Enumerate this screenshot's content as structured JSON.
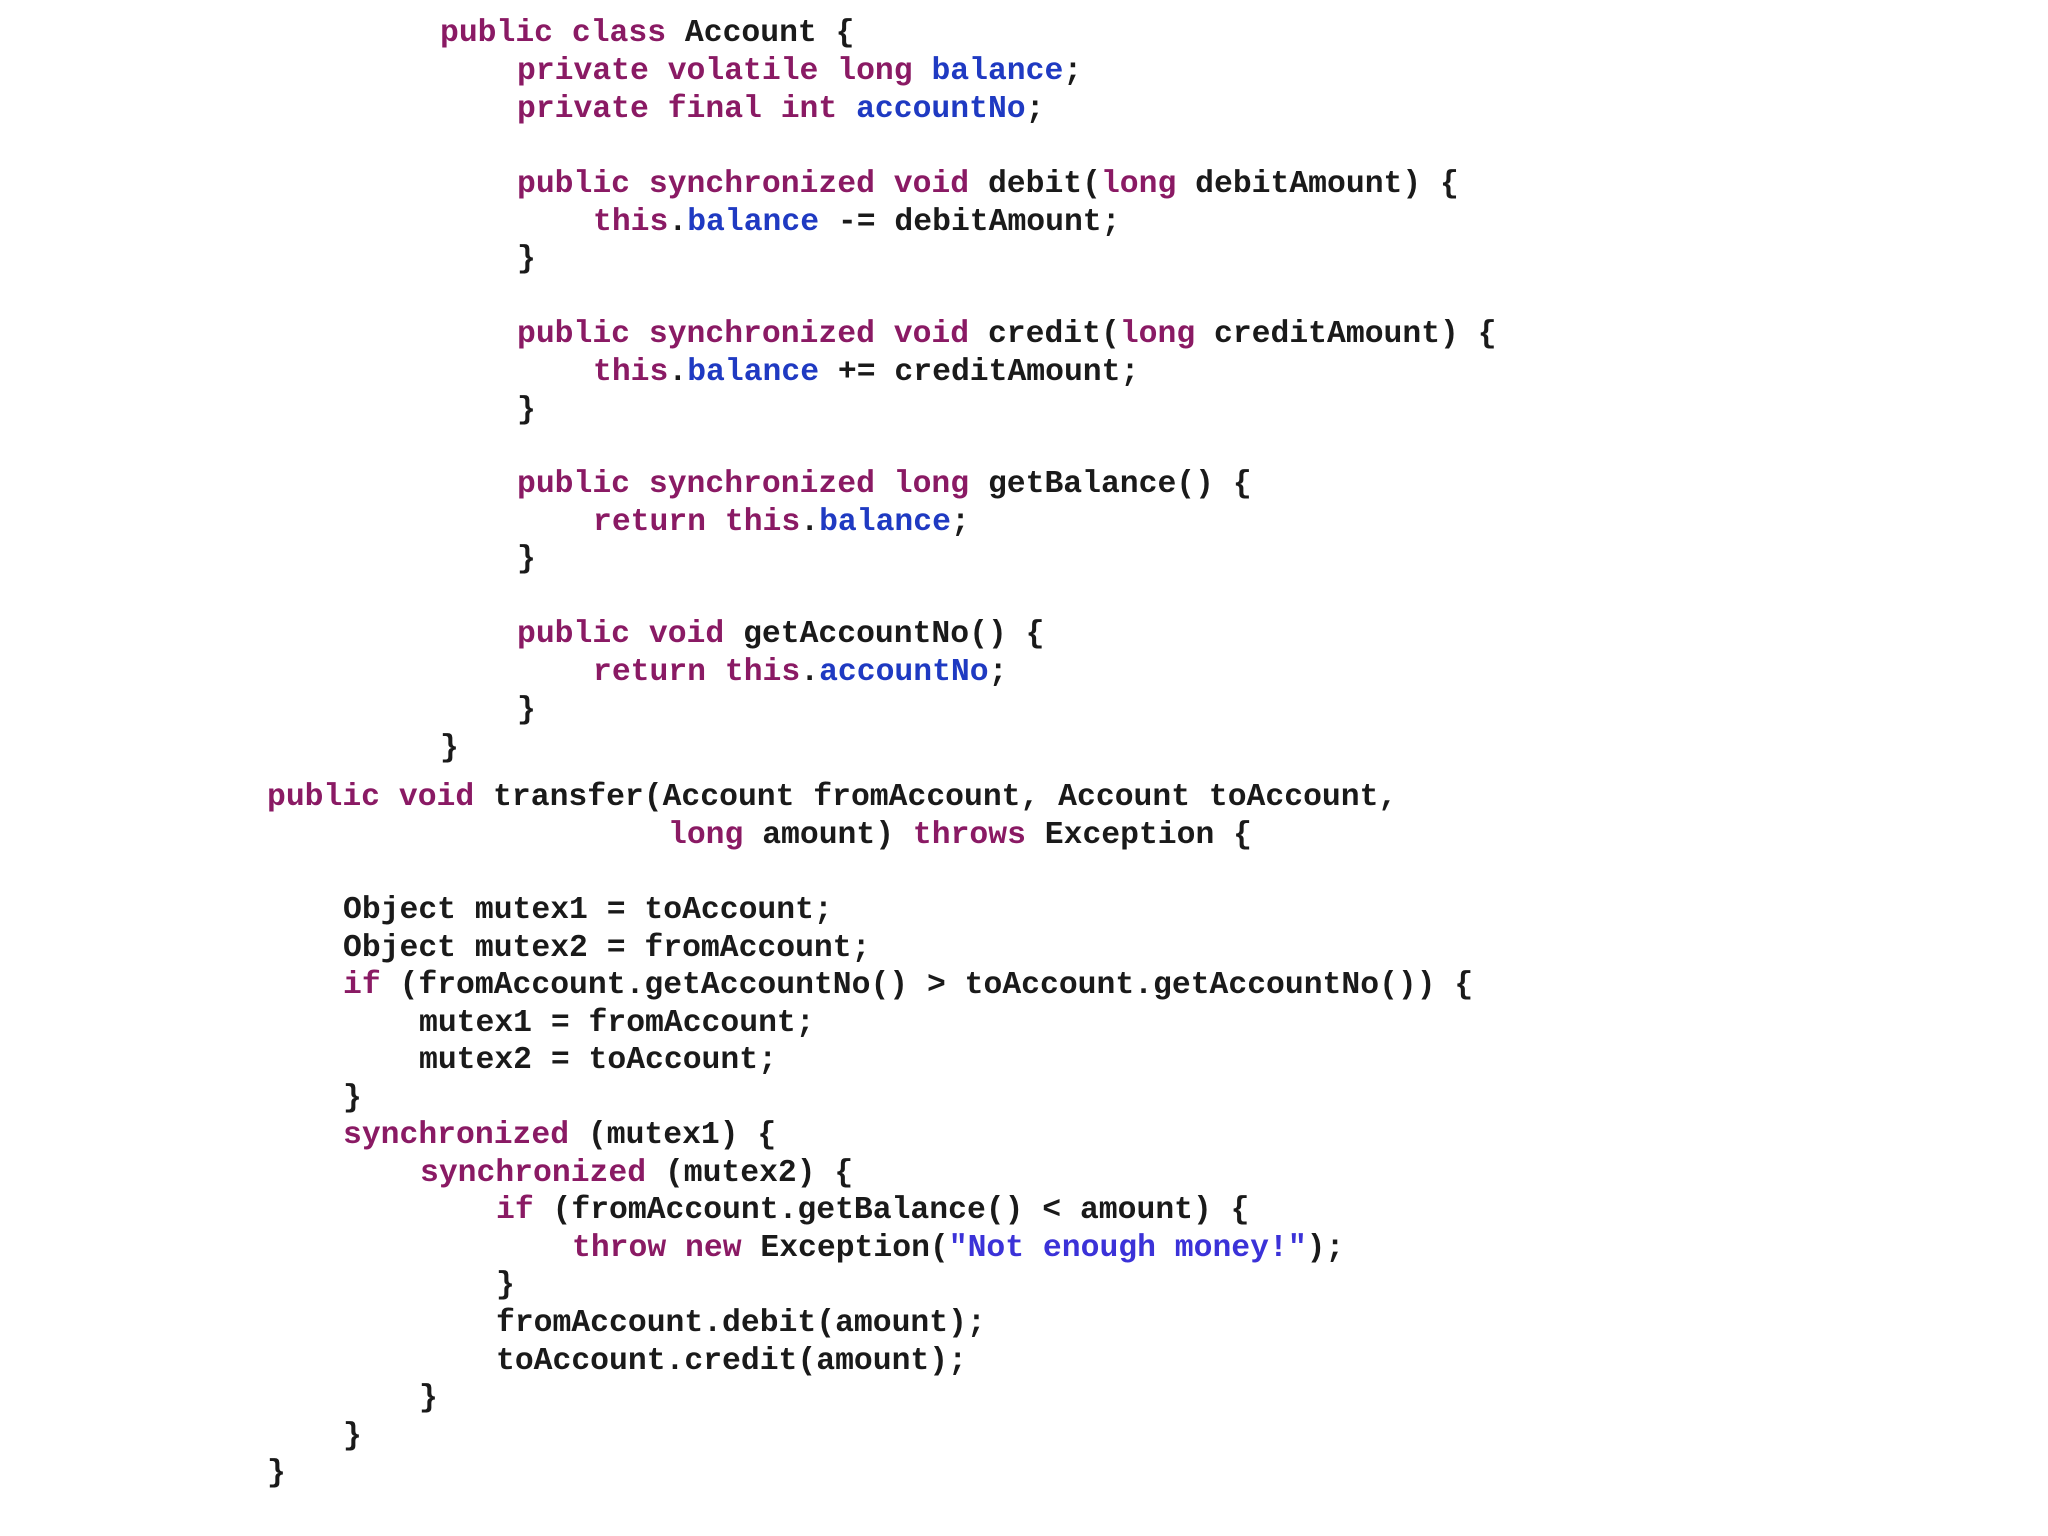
{
  "colors": {
    "background": "#ffffff",
    "plain": "#1a1a1a",
    "keyword": "#8a1a64",
    "field": "#1f3ac2",
    "string": "#3b32d8"
  },
  "code": {
    "language": "Java",
    "lines": [
      [
        {
          "t": "kw",
          "v": "public class "
        },
        {
          "t": "plain",
          "v": "Account {"
        }
      ],
      [
        {
          "t": "kw",
          "v": "private volatile long "
        },
        {
          "t": "fld",
          "v": "balance"
        },
        {
          "t": "plain",
          "v": ";"
        }
      ],
      [
        {
          "t": "kw",
          "v": "private final int "
        },
        {
          "t": "fld",
          "v": "accountNo"
        },
        {
          "t": "plain",
          "v": ";"
        }
      ],
      [
        {
          "t": "kw",
          "v": "public synchronized void "
        },
        {
          "t": "plain",
          "v": "debit("
        },
        {
          "t": "kw",
          "v": "long "
        },
        {
          "t": "plain",
          "v": "debitAmount) {"
        }
      ],
      [
        {
          "t": "kw",
          "v": "this"
        },
        {
          "t": "plain",
          "v": "."
        },
        {
          "t": "fld",
          "v": "balance"
        },
        {
          "t": "plain",
          "v": " -= debitAmount;"
        }
      ],
      [
        {
          "t": "plain",
          "v": "}"
        }
      ],
      [
        {
          "t": "kw",
          "v": "public synchronized void "
        },
        {
          "t": "plain",
          "v": "credit("
        },
        {
          "t": "kw",
          "v": "long "
        },
        {
          "t": "plain",
          "v": "creditAmount) {"
        }
      ],
      [
        {
          "t": "kw",
          "v": "this"
        },
        {
          "t": "plain",
          "v": "."
        },
        {
          "t": "fld",
          "v": "balance"
        },
        {
          "t": "plain",
          "v": " += creditAmount;"
        }
      ],
      [
        {
          "t": "plain",
          "v": "}"
        }
      ],
      [
        {
          "t": "kw",
          "v": "public synchronized long "
        },
        {
          "t": "plain",
          "v": "getBalance() {"
        }
      ],
      [
        {
          "t": "kw",
          "v": "return this"
        },
        {
          "t": "plain",
          "v": "."
        },
        {
          "t": "fld",
          "v": "balance"
        },
        {
          "t": "plain",
          "v": ";"
        }
      ],
      [
        {
          "t": "plain",
          "v": "}"
        }
      ],
      [
        {
          "t": "kw",
          "v": "public void "
        },
        {
          "t": "plain",
          "v": "getAccountNo() {"
        }
      ],
      [
        {
          "t": "kw",
          "v": "return this"
        },
        {
          "t": "plain",
          "v": "."
        },
        {
          "t": "fld",
          "v": "accountNo"
        },
        {
          "t": "plain",
          "v": ";"
        }
      ],
      [
        {
          "t": "plain",
          "v": "}"
        }
      ],
      [
        {
          "t": "plain",
          "v": "}"
        }
      ],
      [
        {
          "t": "kw",
          "v": "public void "
        },
        {
          "t": "plain",
          "v": "transfer(Account fromAccount, Account toAccount,"
        }
      ],
      [
        {
          "t": "kw",
          "v": "long "
        },
        {
          "t": "plain",
          "v": "amount) "
        },
        {
          "t": "kw",
          "v": "throws "
        },
        {
          "t": "plain",
          "v": "Exception {"
        }
      ],
      [
        {
          "t": "plain",
          "v": "Object mutex1 = toAccount;"
        }
      ],
      [
        {
          "t": "plain",
          "v": "Object mutex2 = fromAccount;"
        }
      ],
      [
        {
          "t": "kw",
          "v": "if "
        },
        {
          "t": "plain",
          "v": "(fromAccount.getAccountNo() > toAccount.getAccountNo()) {"
        }
      ],
      [
        {
          "t": "plain",
          "v": "mutex1 = fromAccount;"
        }
      ],
      [
        {
          "t": "plain",
          "v": "mutex2 = toAccount;"
        }
      ],
      [
        {
          "t": "plain",
          "v": "}"
        }
      ],
      [
        {
          "t": "kw",
          "v": "synchronized "
        },
        {
          "t": "plain",
          "v": "(mutex1) {"
        }
      ],
      [
        {
          "t": "kw",
          "v": "synchronized "
        },
        {
          "t": "plain",
          "v": "(mutex2) {"
        }
      ],
      [
        {
          "t": "kw",
          "v": "if "
        },
        {
          "t": "plain",
          "v": "(fromAccount.getBalance() < amount) {"
        }
      ],
      [
        {
          "t": "kw",
          "v": "throw new "
        },
        {
          "t": "plain",
          "v": "Exception("
        },
        {
          "t": "str",
          "v": "\"Not enough money!\""
        },
        {
          "t": "plain",
          "v": ");"
        }
      ],
      [
        {
          "t": "plain",
          "v": "}"
        }
      ],
      [
        {
          "t": "plain",
          "v": "fromAccount.debit(amount);"
        }
      ],
      [
        {
          "t": "plain",
          "v": "toAccount.credit(amount);"
        }
      ],
      [
        {
          "t": "plain",
          "v": "}"
        }
      ],
      [
        {
          "t": "plain",
          "v": "}"
        }
      ],
      [
        {
          "t": "plain",
          "v": "}"
        }
      ]
    ]
  }
}
